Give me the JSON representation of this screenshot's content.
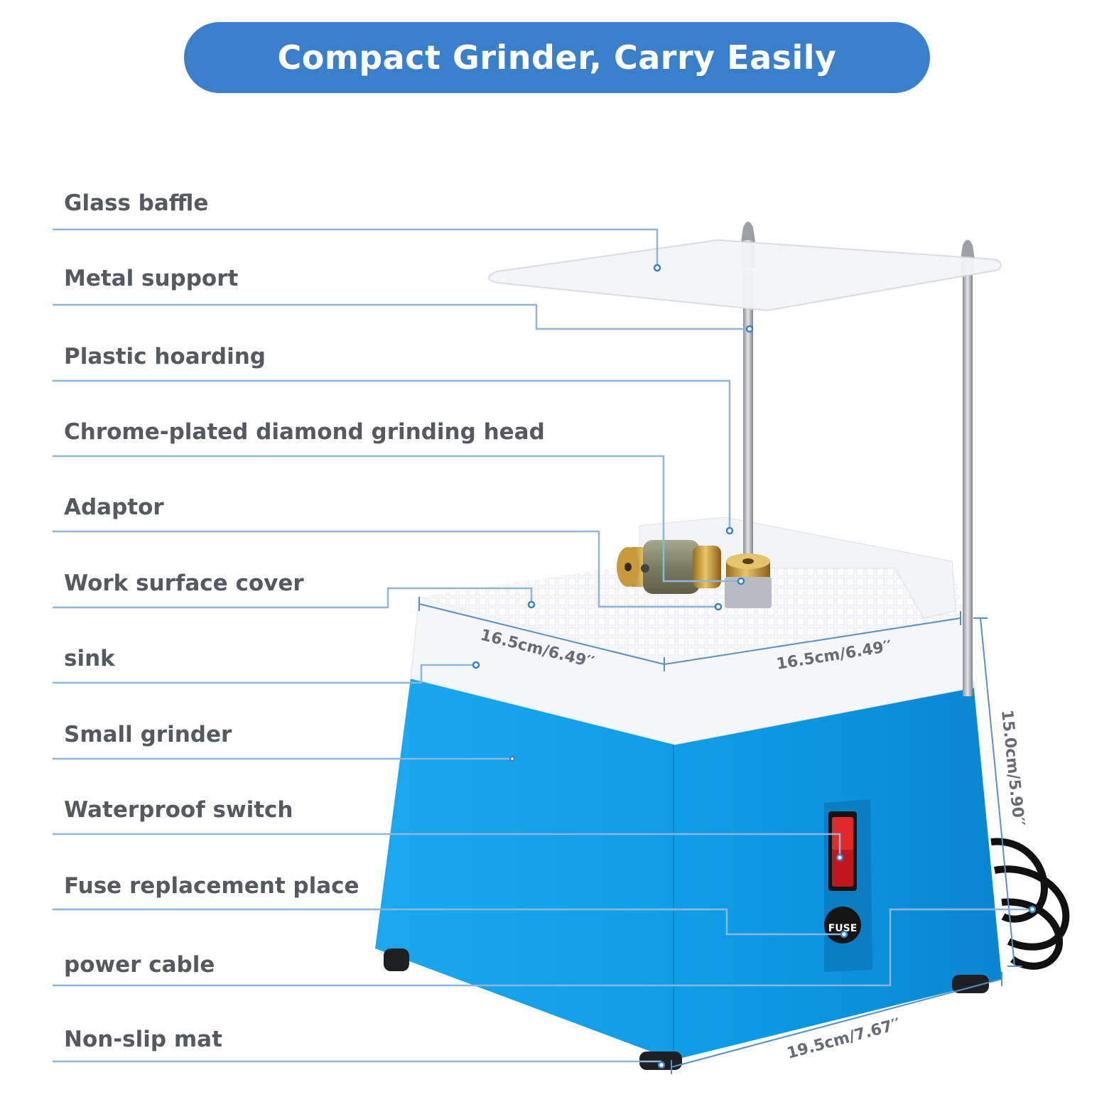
{
  "banner": {
    "title": "Compact Grinder, Carry Easily"
  },
  "labels": [
    "Glass baffle",
    "Metal support",
    "Plastic hoarding",
    "Chrome-plated diamond grinding head",
    "Adaptor",
    "Work surface cover",
    "sink",
    "Small grinder",
    "Waterproof switch",
    "Fuse replacement place",
    "power cable",
    "Non-slip mat"
  ],
  "dimensions": {
    "depth": "16.5cm/6.49′′",
    "width": "16.5cm/6.49′′",
    "height": "15.0cm/5.90′′",
    "base": "19.5cm/7.67′′"
  },
  "product": {
    "fuse_text": "FUSE"
  },
  "colors": {
    "banner": "#3a7fcc",
    "body_blue": "#0ea0e8",
    "leader_line": "#8fb6da",
    "label_text": "#555a60"
  }
}
